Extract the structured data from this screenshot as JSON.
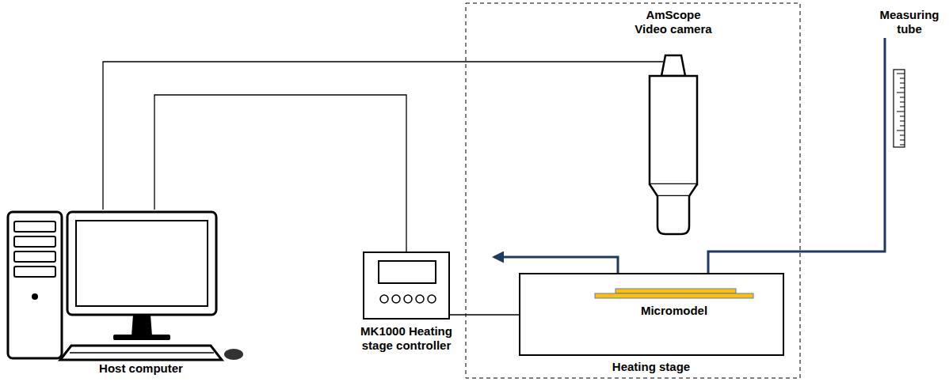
{
  "diagram": {
    "nodes": [
      {
        "text": [
          "Host computer"
        ]
      },
      {
        "text": [
          "MK1000 Heating stage controller"
        ]
      },
      {
        "text": [
          "AmScope Video camera"
        ]
      },
      {
        "text": [
          "Heating stage"
        ]
      },
      {
        "text": [
          "Micromodel"
        ],
        "in": 3
      },
      {
        "text": [
          "Measuring tube"
        ]
      }
    ],
    "edges": [
      {
        "from": 0,
        "to": 2,
        "arrow": "none"
      },
      {
        "from": 0,
        "to": 1,
        "arrow": "none"
      },
      {
        "from": 1,
        "to": 3,
        "arrow": "none"
      },
      {
        "from": 5,
        "to": 4,
        "arrow": "to"
      }
    ]
  }
}
